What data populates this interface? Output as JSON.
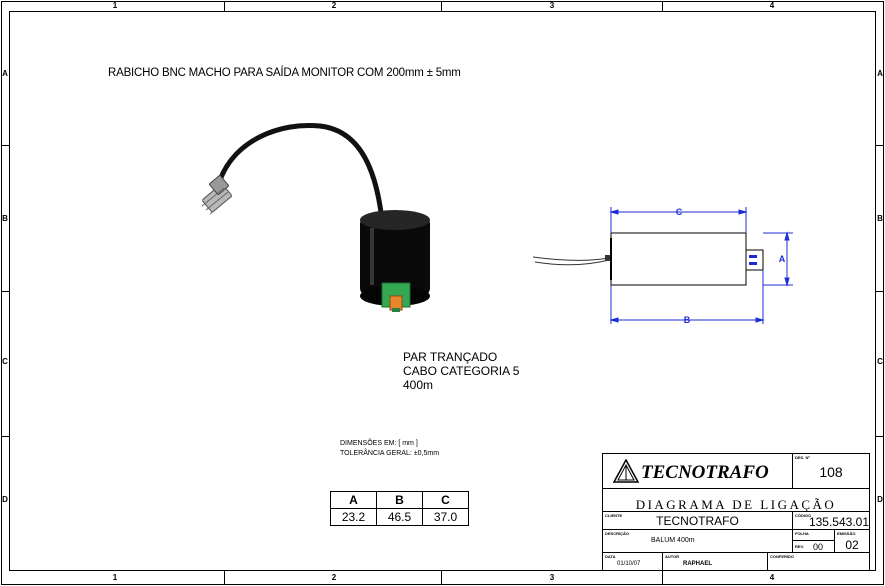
{
  "grid": {
    "columns": [
      "1",
      "2",
      "3",
      "4"
    ],
    "rows": [
      "A",
      "B",
      "C",
      "D"
    ]
  },
  "title": "RABICHO BNC MACHO  PARA SAÍDA MONITOR COM 200mm ± 5mm",
  "annotation": {
    "line1": "PAR TRANÇADO",
    "line2": "CABO CATEGORIA 5",
    "line3": "400m"
  },
  "drawing": {
    "dim_c": "C",
    "dim_b": "B",
    "dim_a": "A"
  },
  "notes": {
    "units": "DIMENSÕES EM: [ mm ]",
    "tolerance": "TOLERÂNCIA GERAL: ±0,5mm"
  },
  "dimension_table": {
    "headers": [
      "A",
      "B",
      "C"
    ],
    "values": [
      "23.2",
      "46.5",
      "37.0"
    ]
  },
  "title_block": {
    "company": "TECNOTRAFO",
    "sheet_label": "DES. Nº",
    "sheet_number": "108",
    "document_type": "DIAGRAMA DE LIGAÇÃO",
    "client_label": "CLIENTE",
    "client": "TECNOTRAFO",
    "code_label": "CÓDIGO",
    "code": "135.543.01",
    "description_label": "DESCRIÇÃO",
    "description": "BALUM 400m",
    "folha_label": "FOLHA",
    "folha_value": "",
    "rev_label": "REV.",
    "rev_value": "00",
    "emissao_label": "EMISSÃO",
    "emissao_value": "02",
    "date_label": "DATA",
    "date": "01/10/07",
    "author_label": "AUTOR",
    "author": "RAPHAEL",
    "checked_label": "CONFERIDO",
    "checked": ""
  }
}
